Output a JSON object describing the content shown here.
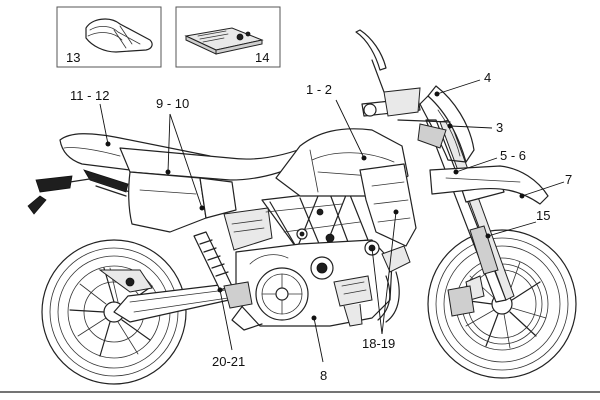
{
  "labels": {
    "l1_2": "1 - 2",
    "l3": "3",
    "l4": "4",
    "l5_6": "5 - 6",
    "l7": "7",
    "l8": "8",
    "l9_10": "9 - 10",
    "l11_12": "11 - 12",
    "l13": "13",
    "l14": "14",
    "l15": "15",
    "l18_19": "18-19",
    "l20_21": "20-21"
  }
}
